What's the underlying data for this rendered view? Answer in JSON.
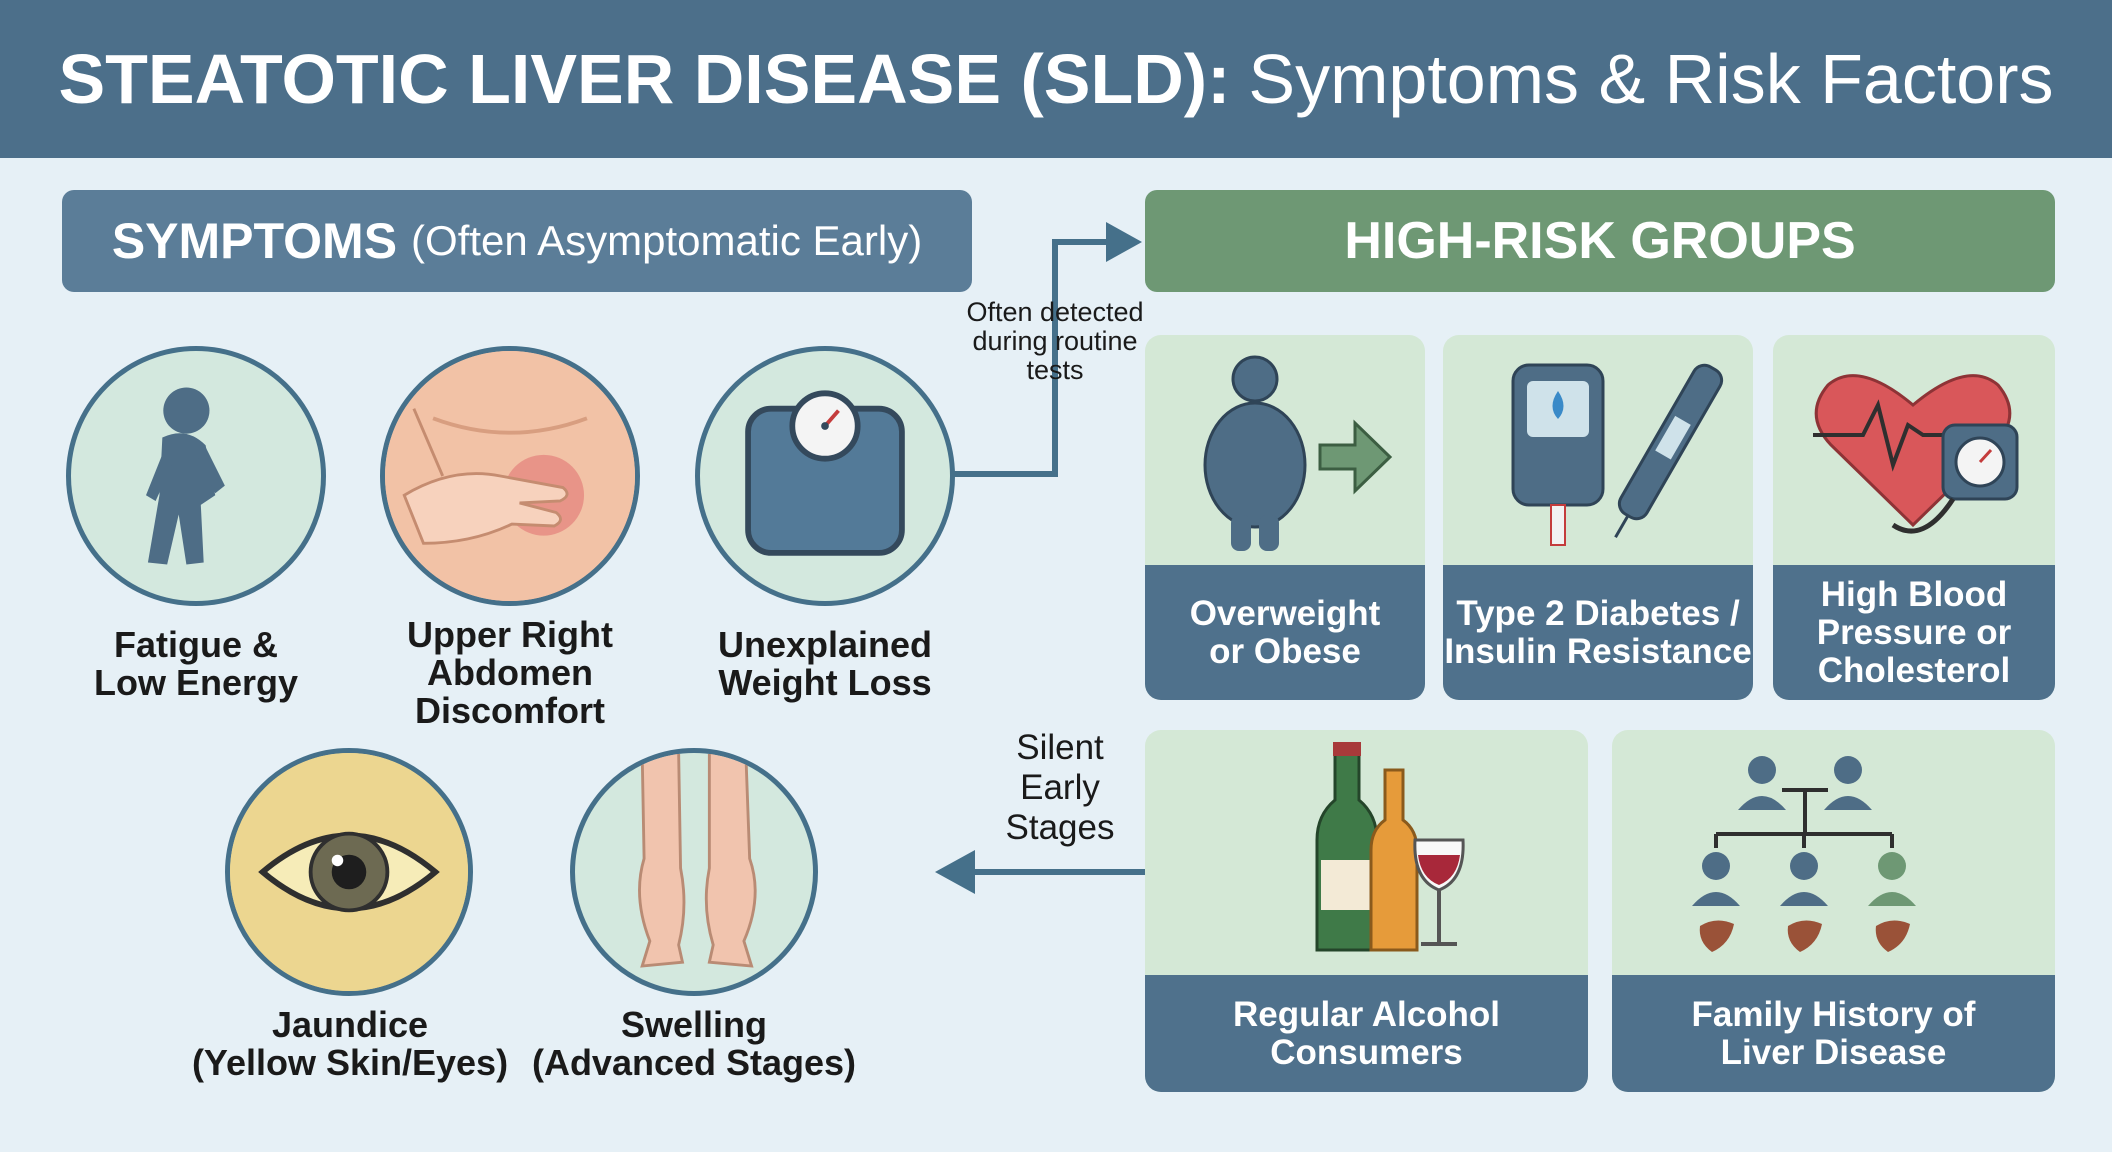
{
  "header": {
    "title_bold": "STEATOTIC LIVER DISEASE (SLD):",
    "title_light": "Symptoms & Risk Factors"
  },
  "symptoms": {
    "heading": "SYMPTOMS",
    "subheading": "(Often Asymptomatic Early)",
    "items": [
      {
        "label_line1": "Fatigue &",
        "label_line2": "Low Energy",
        "label_line3": "",
        "icon": "tired-person-icon"
      },
      {
        "label_line1": "Upper Right",
        "label_line2": "Abdomen",
        "label_line3": "Discomfort",
        "icon": "abdomen-pain-icon"
      },
      {
        "label_line1": "Unexplained",
        "label_line2": "Weight Loss",
        "label_line3": "",
        "icon": "weight-scale-icon"
      },
      {
        "label_line1": "Jaundice",
        "label_line2": "(Yellow Skin/Eyes)",
        "label_line3": "",
        "icon": "yellow-eye-icon"
      },
      {
        "label_line1": "Swelling",
        "label_line2": "(Advanced Stages)",
        "label_line3": "",
        "icon": "swollen-legs-icon"
      }
    ]
  },
  "notes": {
    "routine_line1": "Often detected",
    "routine_line2": "during routine",
    "routine_line3": "tests",
    "silent_line1": "Silent",
    "silent_line2": "Early",
    "silent_line3": "Stages"
  },
  "risk": {
    "heading": "HIGH-RISK GROUPS",
    "items": [
      {
        "label_line1": "Overweight",
        "label_line2": "or Obese",
        "label_line3": "",
        "icon": "obese-person-icon"
      },
      {
        "label_line1": "Type 2 Diabetes /",
        "label_line2": "Insulin Resistance",
        "label_line3": "",
        "icon": "glucose-meter-insulin-pen-icon"
      },
      {
        "label_line1": "High Blood",
        "label_line2": "Pressure or",
        "label_line3": "Cholesterol",
        "icon": "heart-blood-pressure-icon"
      },
      {
        "label_line1": "Regular Alcohol",
        "label_line2": "Consumers",
        "label_line3": "",
        "icon": "alcohol-bottles-icon"
      },
      {
        "label_line1": "Family History of",
        "label_line2": "Liver Disease",
        "label_line3": "",
        "icon": "family-tree-liver-icon"
      }
    ]
  },
  "colors": {
    "header": "#4c6f8a",
    "symptoms_banner": "#5b7d98",
    "risk_banner": "#6e9874",
    "card_label": "#4f718c",
    "background": "#e6f0f6"
  }
}
